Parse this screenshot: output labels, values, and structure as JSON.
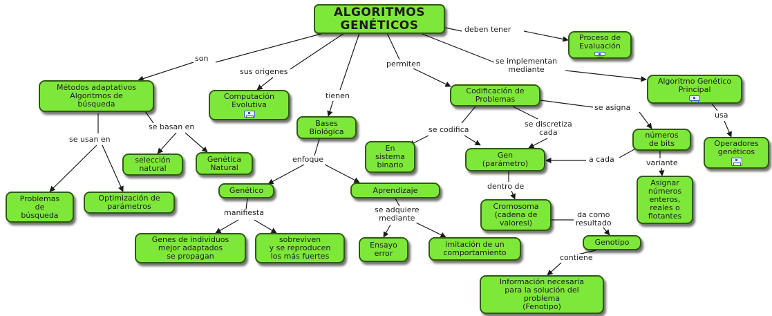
{
  "nodes": {
    "main": "ALGORITMOS\nGENÉTICOS",
    "proceso": "Proceso de\nEvaluación",
    "metodos": "Métodos adaptativos\nAlgoritmos de\nbúsqueda",
    "computacion": "Computación\nEvolutiva",
    "bases": "Bases\nBiológica",
    "codificacion": "Codificación de\nProblemas",
    "algoritmo_principal": "Algoritmo Genético\nPrincipal",
    "seleccion": "selección\nnatural",
    "genetica_natural": "Genética\nNatural",
    "en_sistema": "En\nsistema\nbinario",
    "gen": "Gen\n(parámetro)",
    "numeros_bits": "números\nde bits",
    "operadores": "Operadores\ngenéticos",
    "problemas": "Problemas\nde\nbúsqueda",
    "optimizacion": "Optimización de\nparámetros",
    "genetico": "Genético",
    "aprendizaje": "Aprendizaje",
    "asignar": "Asignar\nnúmeros\nenteros,\nreales o\nflotantes",
    "cromosoma": "Cromosoma\n(cadena de\nvaloresi)",
    "genes_individuos": "Genes de individuos\nmejor adaptados\nse propagan",
    "sobreviven": "sobreviven\ny se reproducen\nlos más fuertes",
    "ensayo": "Ensayo\nerror",
    "imitacion": "imitación de un\ncomportamiento",
    "genotipo": "Genotipo",
    "informacion": "Información necesaria\npara la solución del\nproblema\n(Fenotipo)"
  },
  "links": {
    "son": "son",
    "sus_origenes": "sus origenes",
    "tienen": "tienen",
    "permiten": "permiten",
    "se_implementan": "se implementan\nmediante",
    "deben_tener": "deben tener",
    "se_usan_en": "se usan en",
    "se_basan_en": "se basan en",
    "enfoque": "enfoque",
    "se_codifica": "se codifica",
    "se_discretiza": "se discretiza\ncada",
    "se_asigna": "se asigna",
    "usa": "usa",
    "a_cada": "a cada",
    "variante": "variante",
    "dentro_de": "dentro de",
    "manifiesta": "manifiesta",
    "se_adquiere": "se adquiere\nmediante",
    "da_como": "da como\nresultado",
    "contiene": "contiene"
  },
  "colors": {
    "node_fill": "#7ee83a",
    "node_border": "#2f5a12",
    "line": "#1a1a1a"
  }
}
